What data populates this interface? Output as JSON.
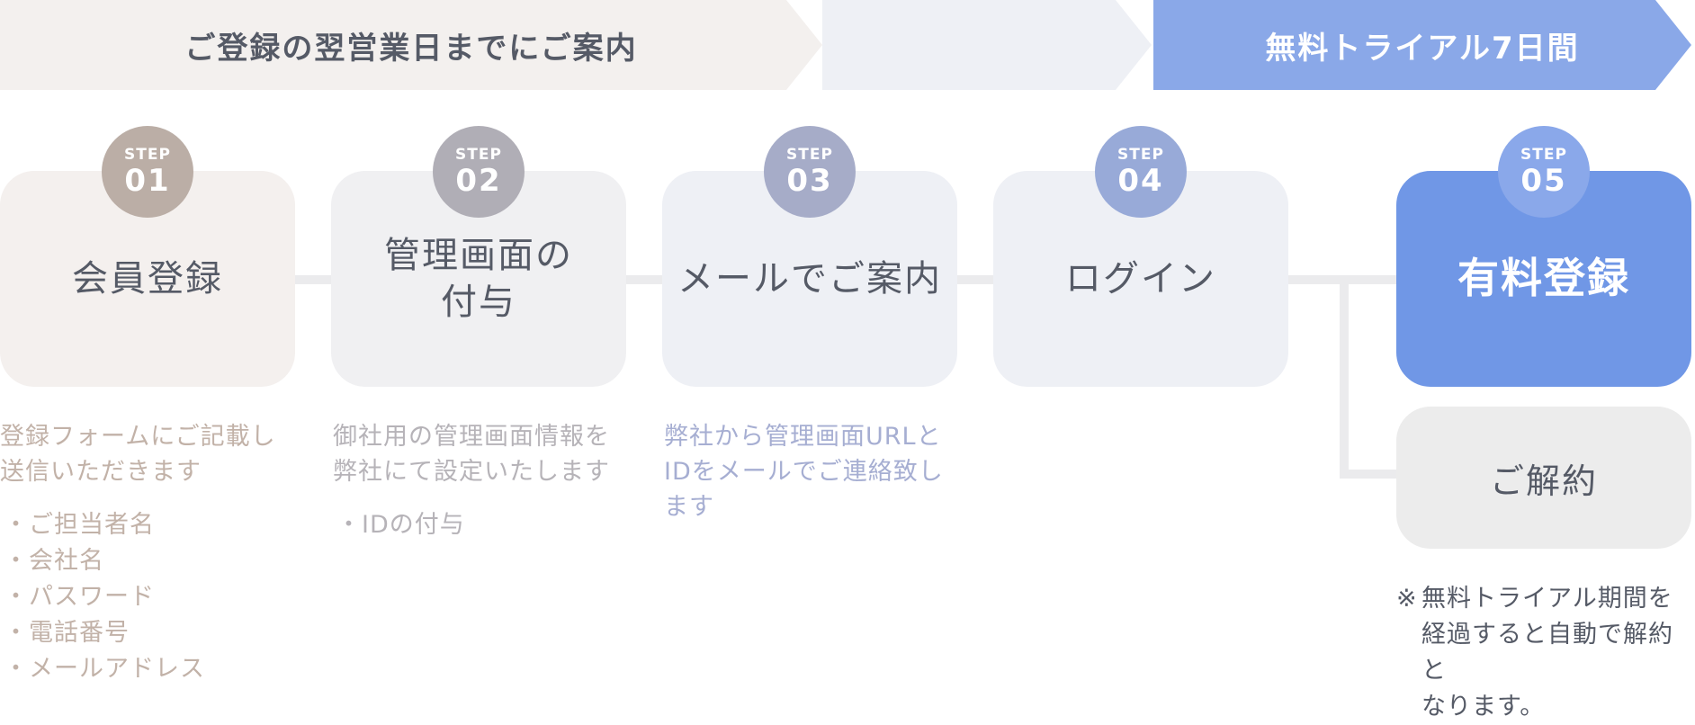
{
  "banner": {
    "notice": "ご登録の翌営業日までにご案内",
    "trial": "無料トライアル7日間"
  },
  "steps": [
    {
      "label": "STEP",
      "number": "01",
      "title": "会員登録"
    },
    {
      "label": "STEP",
      "number": "02",
      "title_line1": "管理画面の",
      "title_line2": "付与"
    },
    {
      "label": "STEP",
      "number": "03",
      "title": "メールでご案内"
    },
    {
      "label": "STEP",
      "number": "04",
      "title": "ログイン"
    },
    {
      "label": "STEP",
      "number": "05",
      "title": "有料登録"
    }
  ],
  "cancel": {
    "title": "ご解約"
  },
  "descriptions": {
    "step1": {
      "line1": "登録フォームにご記載し",
      "line2": "送信いただきます",
      "bullets": [
        "ご担当者名",
        "会社名",
        "パスワード",
        "電話番号",
        "メールアドレス"
      ]
    },
    "step2": {
      "line1": "御社用の管理画面情報を",
      "line2": "弊社にて設定いたします",
      "bullets": [
        "IDの付与"
      ]
    },
    "step3": {
      "line1": "弊社から管理画面URLと",
      "line2": "IDをメールでご連絡致し",
      "line3": "ます"
    }
  },
  "note": {
    "mark": "※",
    "line1": "無料トライアル期間を",
    "line2": "経過すると自動で解約と",
    "line3": "なります。"
  },
  "colors": {
    "trial_banner": "#8aa8e8",
    "step5_card": "#7097e6",
    "text_dark": "#555a66"
  }
}
